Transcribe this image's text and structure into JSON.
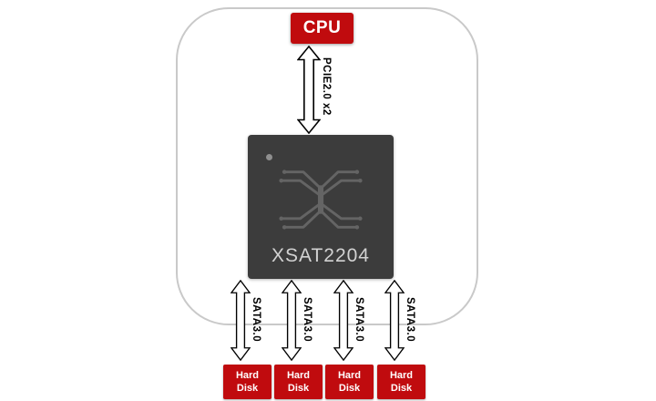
{
  "diagram": {
    "cpu": {
      "label": "CPU"
    },
    "pcie_link": {
      "label": "PCIE2.0 x2"
    },
    "chip": {
      "name": "XSAT2204"
    },
    "sata_links": [
      {
        "label": "SATA3.0"
      },
      {
        "label": "SATA3.0"
      },
      {
        "label": "SATA3.0"
      },
      {
        "label": "SATA3.0"
      }
    ],
    "disks": [
      {
        "line1": "Hard",
        "line2": "Disk"
      },
      {
        "line1": "Hard",
        "line2": "Disk"
      },
      {
        "line1": "Hard",
        "line2": "Disk"
      },
      {
        "line1": "Hard",
        "line2": "Disk"
      }
    ],
    "colors": {
      "accent_red": "#c00b0e",
      "chip_body": "#3c3c3c",
      "frame_border": "#c9c9c9",
      "chip_text": "#d2d2d2"
    }
  }
}
